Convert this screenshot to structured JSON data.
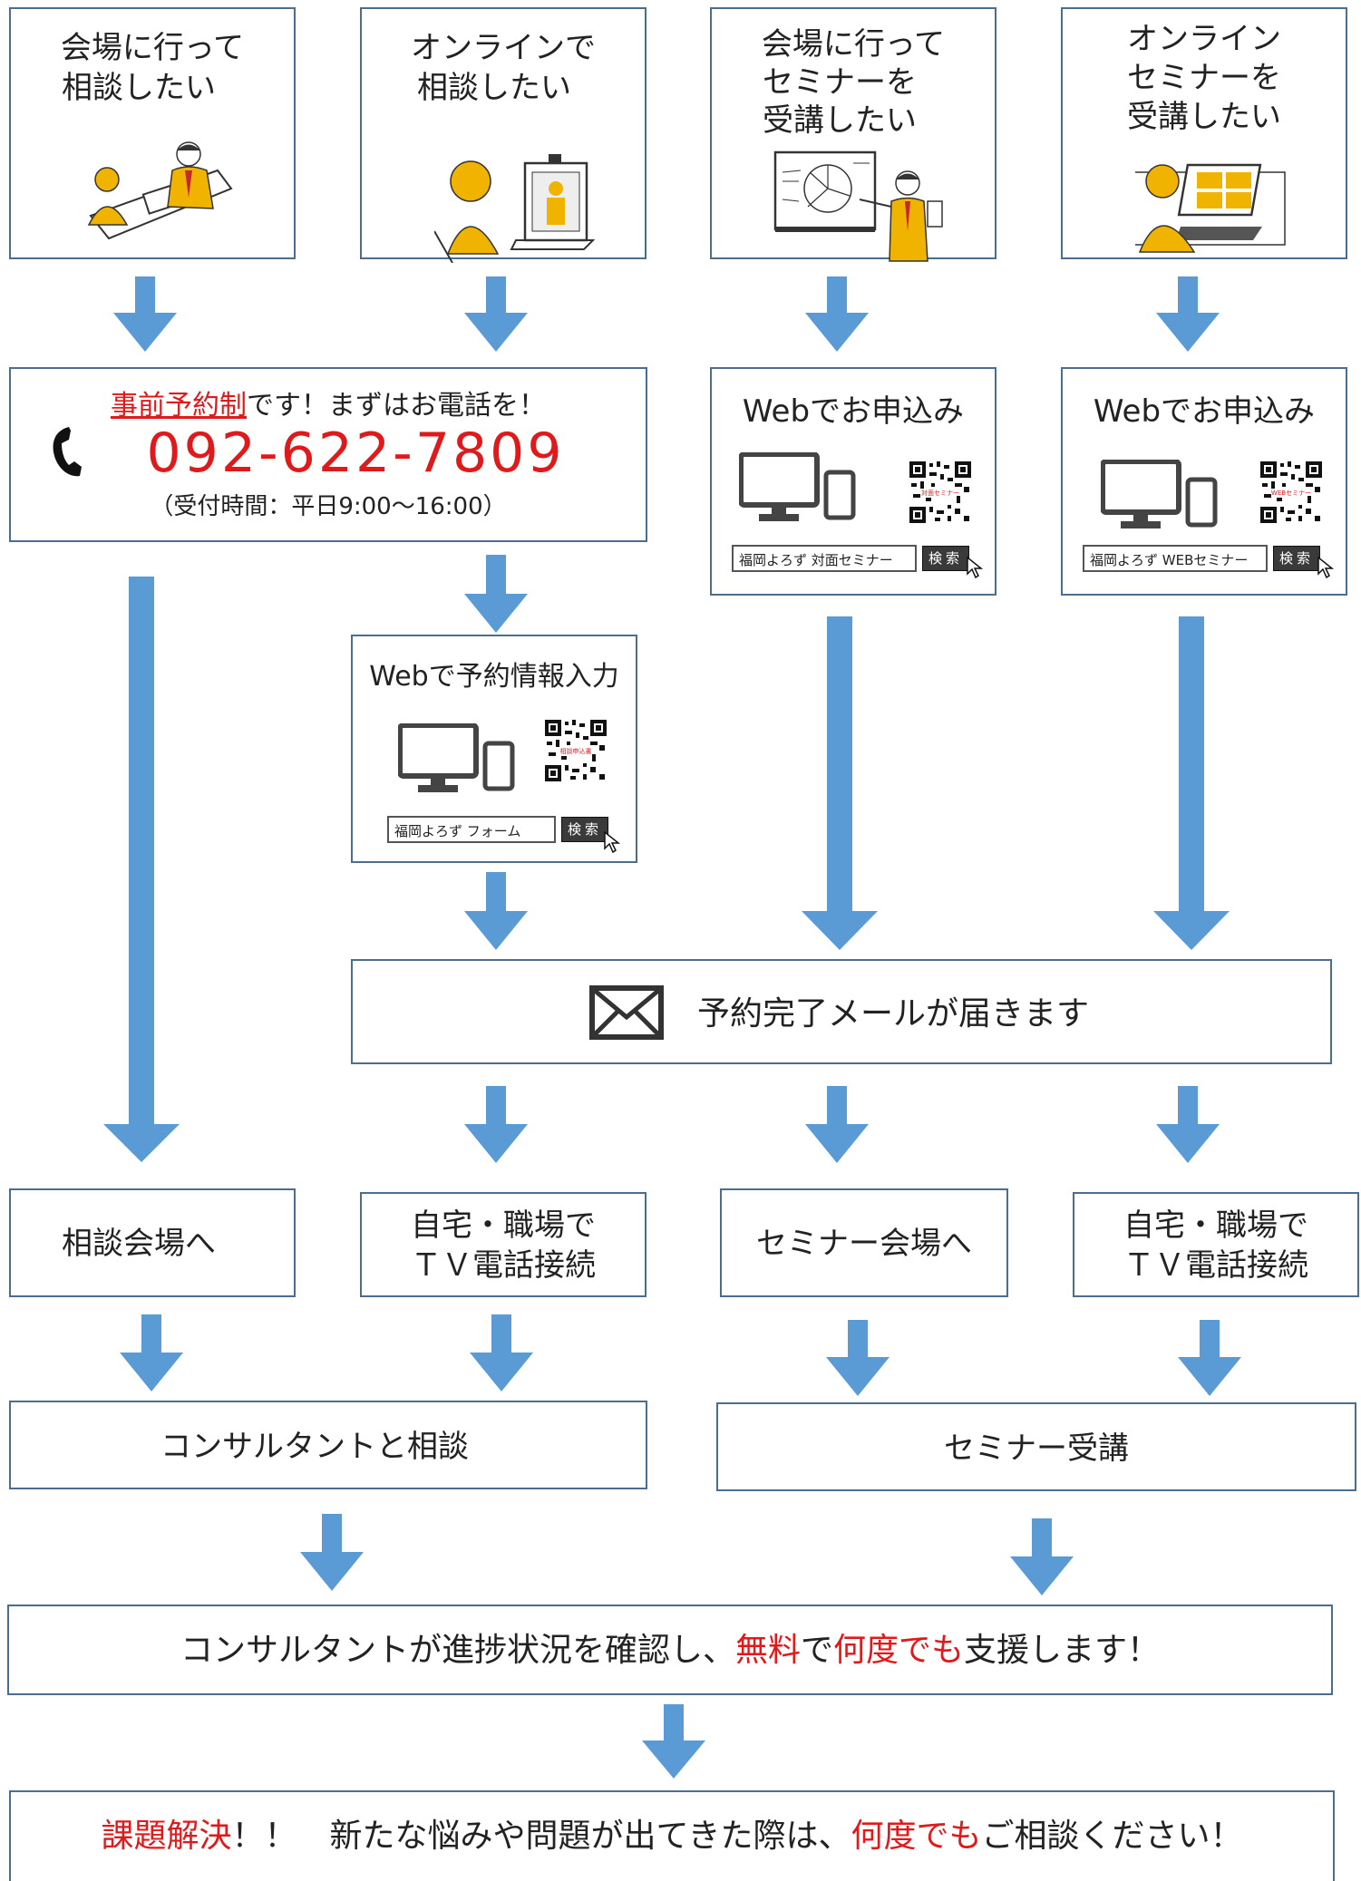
{
  "start_options": [
    {
      "line1": "会場に行って",
      "line2": "相談したい"
    },
    {
      "line1": "オンラインで",
      "line2": "相談したい"
    },
    {
      "line1": "会場に行って",
      "line2": "セミナーを",
      "line3": "受講したい"
    },
    {
      "line1": "オンライン",
      "line2": "セミナーを",
      "line3": "受講したい"
    }
  ],
  "phone_box": {
    "reservation_label": "事前予約制",
    "reservation_rest": "です！まずはお電話を！",
    "number": "092-622-7809",
    "hours": "（受付時間：平日9:00～16:00）"
  },
  "web_apply_seminar": {
    "title": "Webでお申込み",
    "search_text": "福岡よろず 対面セミナー",
    "search_button": "検索",
    "qr_caption": "対面セミナー"
  },
  "web_apply_online": {
    "title": "Webでお申込み",
    "search_text": "福岡よろず WEBセミナー",
    "search_button": "検索",
    "qr_caption": "WEBセミナー"
  },
  "web_reserve": {
    "title": "Webで予約情報入力",
    "search_text": "福岡よろず フォーム",
    "search_button": "検索",
    "qr_caption": "相談申込書"
  },
  "mail_box": {
    "text": "予約完了メールが届きます"
  },
  "destinations": [
    {
      "line1": "相談会場へ"
    },
    {
      "line1": "自宅・職場で",
      "line2": "ＴＶ電話接続"
    },
    {
      "line1": "セミナー会場へ"
    },
    {
      "line1": "自宅・職場で",
      "line2": "ＴＶ電話接続"
    }
  ],
  "consult": {
    "text": "コンサルタントと相談"
  },
  "seminar": {
    "text": "セミナー受講"
  },
  "support": {
    "part1": "コンサルタントが進捗状況を確認し、",
    "free": "無料",
    "part2": "で",
    "anytime": "何度でも",
    "part3": "支援します！"
  },
  "final": {
    "solve": "課題解決",
    "part1": "！！　新たな悩みや問題が出てきた際は、",
    "anytime": "何度でも",
    "part2": "ご相談ください！"
  },
  "colors": {
    "arrow": "#5b9bd5",
    "border": "#4b6d8f",
    "accent_red": "#e0191b",
    "figure_yellow": "#f0b400"
  }
}
